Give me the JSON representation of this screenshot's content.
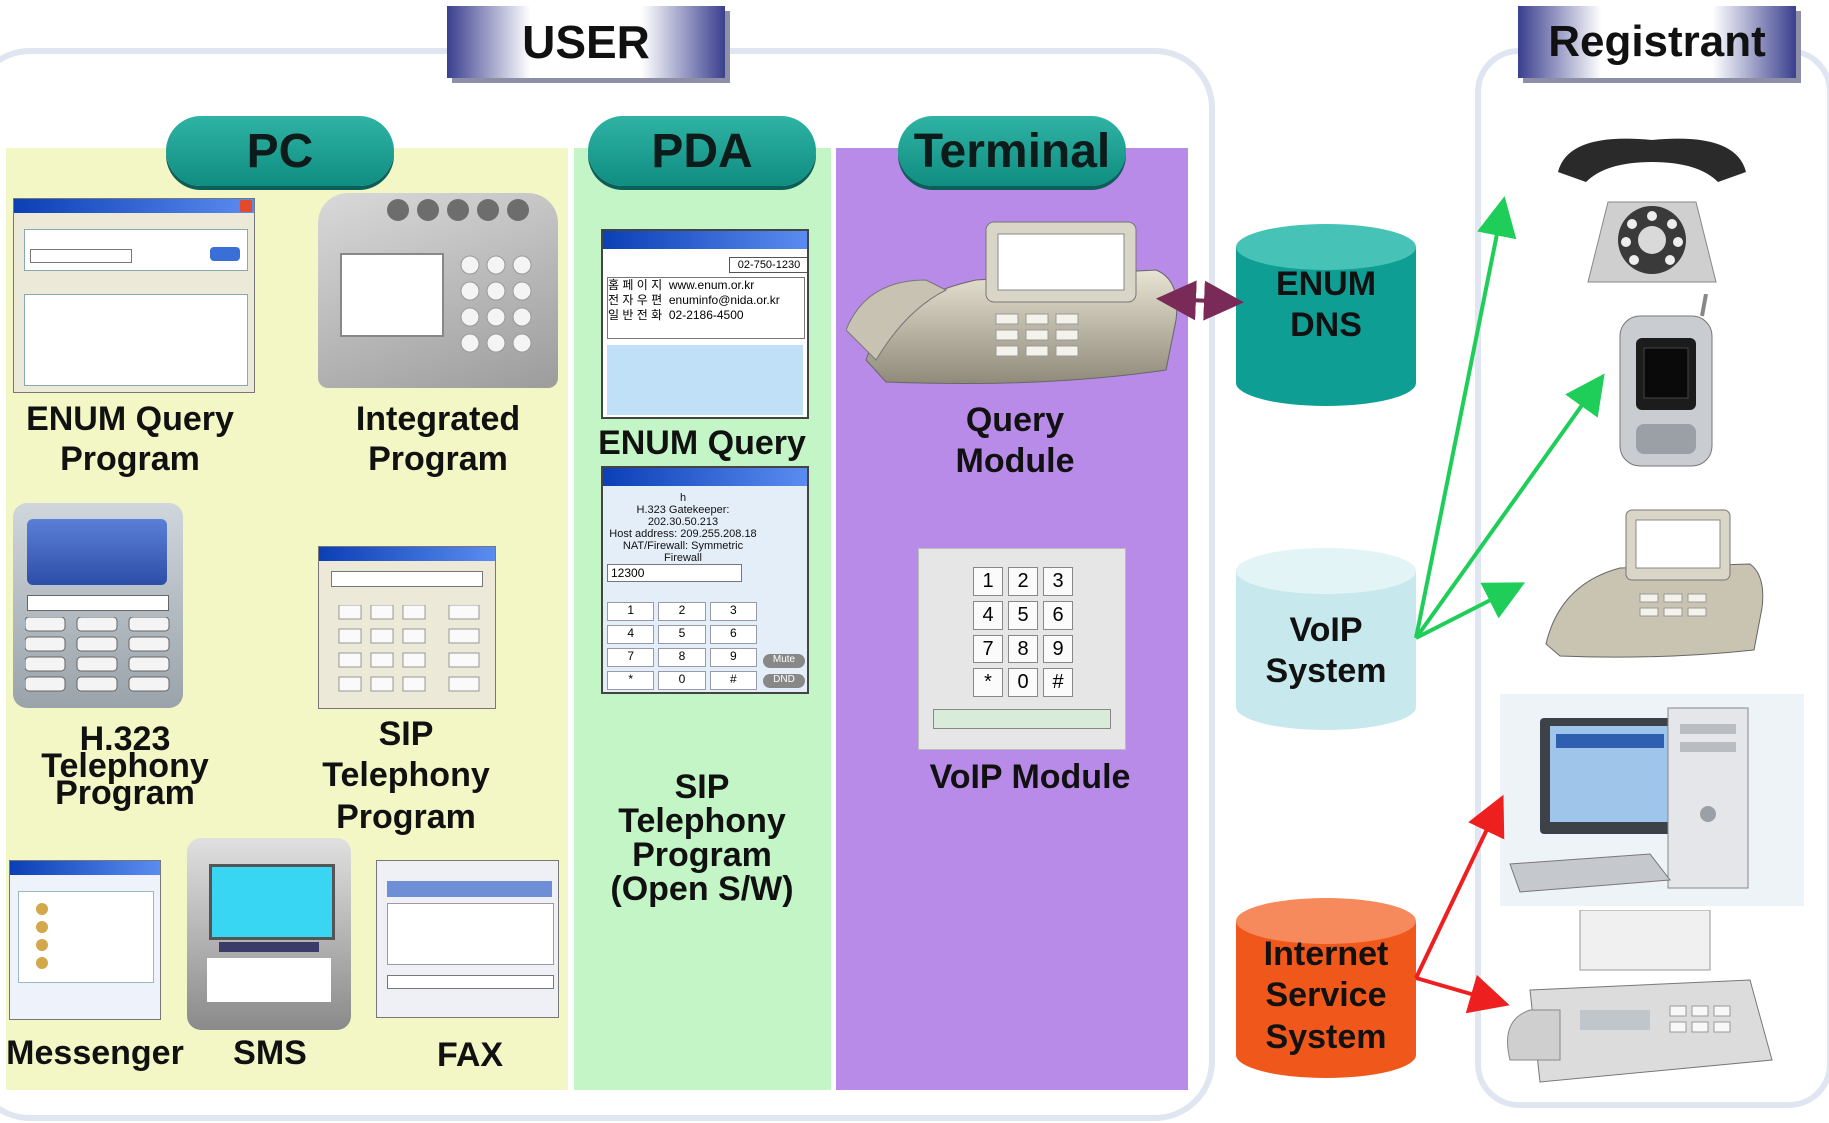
{
  "headers": {
    "user": "USER",
    "registrant": "Registrant"
  },
  "sections": {
    "pc": "PC",
    "pda": "PDA",
    "terminal": "Terminal"
  },
  "pc_programs": {
    "enum_query": [
      "ENUM Query",
      "Program"
    ],
    "integrated": [
      "Integrated",
      "Program"
    ],
    "h323": [
      "H.323",
      "Telephony",
      "Program"
    ],
    "sip": [
      "SIP",
      "Telephony",
      "Program"
    ],
    "messenger": "Messenger",
    "sms": "SMS",
    "fax": "FAX"
  },
  "pda_programs": {
    "enum_query": "ENUM Query",
    "sip": [
      "SIP",
      "Telephony",
      "Program",
      "(Open S/W)"
    ]
  },
  "terminal_modules": {
    "query": [
      "Query",
      "Module"
    ],
    "voip": "VoIP Module"
  },
  "systems": {
    "enum_dns": [
      "ENUM",
      "DNS"
    ],
    "voip": [
      "VoIP",
      "System"
    ],
    "isp": [
      "Internet",
      "Service",
      "System"
    ]
  },
  "pda_screen": {
    "enum_rows": [
      [
        "홈 페 이 지",
        "www.enum.or.kr"
      ],
      [
        "전 자 우 편",
        "enuminfo@nida.or.kr"
      ],
      [
        "일 반 전 화",
        "02-2186-4500"
      ]
    ],
    "enum_number": "02-750-1230",
    "sip_lines": [
      "h",
      "H.323 Gatekeeper:",
      "202.30.50.213",
      "Host address: 209.255.208.18",
      "NAT/Firewall: Symmetric Firewall"
    ],
    "sip_number": "12300",
    "sip_keys": [
      "1",
      "2",
      "3",
      "4",
      "5",
      "6",
      "7",
      "8",
      "9",
      "*",
      "0",
      "#"
    ],
    "sip_side": [
      "Mute",
      "DND"
    ]
  },
  "keypad_keys": [
    "1",
    "2",
    "3",
    "4",
    "5",
    "6",
    "7",
    "8",
    "9",
    "*",
    "0",
    "#"
  ],
  "colors": {
    "pc_bg": "#f3f7c6",
    "pda_bg": "#c3f5c6",
    "terminal_bg": "#b98be9",
    "enum_dns": "#0e9e94",
    "voip": "#c7e8ec",
    "isp": "#f0571a",
    "green_arrow": "#1fce58",
    "red_arrow": "#ee1f1f"
  }
}
